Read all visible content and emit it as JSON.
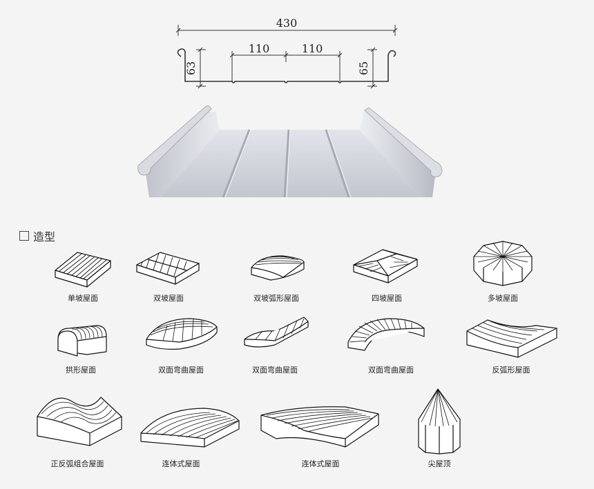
{
  "dimensions": {
    "total_width": "430",
    "rib_spacing_left": "110",
    "rib_spacing_right": "110",
    "height_left": "63",
    "height_right": "65"
  },
  "section": {
    "checkbox_icon": "square-outline-icon",
    "title": "造型"
  },
  "shapes": [
    {
      "label": "单坡屋面"
    },
    {
      "label": "双坡屋面"
    },
    {
      "label": "双坡弧形屋面"
    },
    {
      "label": "四坡屋面"
    },
    {
      "label": "多坡屋面"
    },
    {
      "label": "拱形屋面"
    },
    {
      "label": "双面弯曲屋面"
    },
    {
      "label": "双面弯曲屋面"
    },
    {
      "label": "双面弯曲屋面"
    },
    {
      "label": "反弧形屋面"
    },
    {
      "label": "正反弧组合屋面"
    },
    {
      "label": "连体式屋面"
    },
    {
      "label": "连体式屋面"
    },
    {
      "label": "尖屋顶"
    }
  ]
}
